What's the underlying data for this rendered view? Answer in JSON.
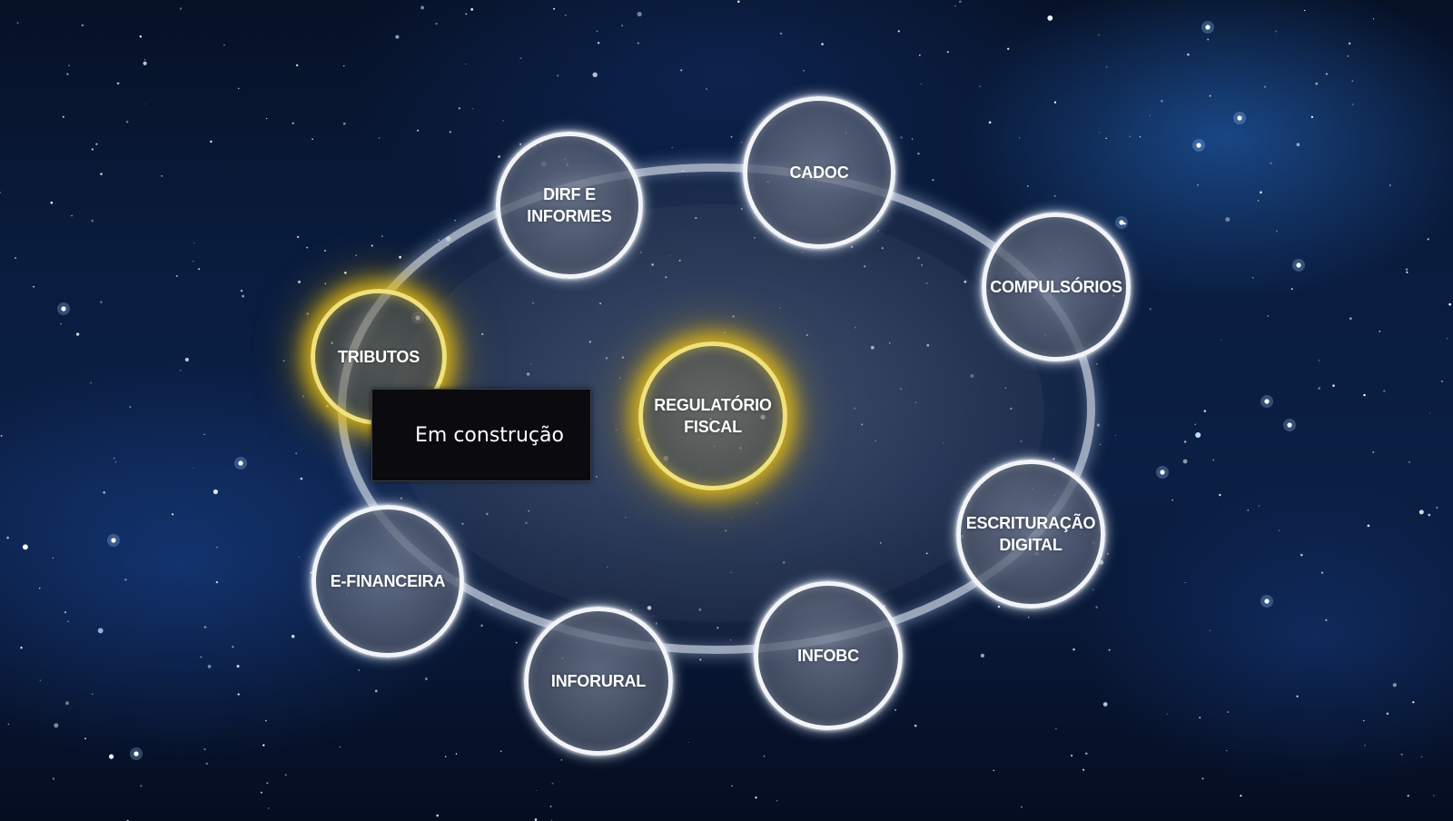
{
  "nodes": {
    "cadoc": "CADOC",
    "dirf": "DIRF E\nINFORMES",
    "compulsorios": "COMPULSÓRIOS",
    "tributos": "TRIBUTOS",
    "regulatorio": "REGULATÓRIO\nFISCAL",
    "escrituracao": "ESCRITURAÇÃO\nDIGITAL",
    "efinanceira": "E-FINANCEIRA",
    "inforural": "INFORURAL",
    "infobc": "INFOBC"
  },
  "tooltip": {
    "text": "Em construção"
  },
  "colors": {
    "highlight": "#e6be14",
    "node_border": "#f2f4f8",
    "tooltip_bg": "#0a0a0f"
  }
}
